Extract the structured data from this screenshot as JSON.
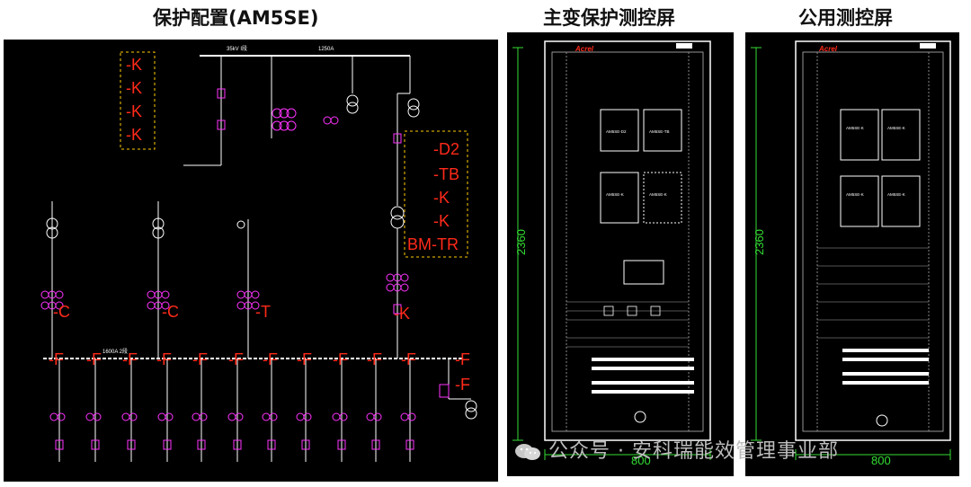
{
  "titles": {
    "protection": "保护配置(AM5SE)",
    "main_transformer": "主变保护测控屏",
    "public": "公用测控屏"
  },
  "colors": {
    "label_red": "#ff2a1a",
    "bus_white": "#ffffff",
    "device_magenta": "#ff33ff",
    "cabinet_green": "#33dd33",
    "dim_yellow": "#ffcc00"
  },
  "legend": {
    "k_labels": [
      "-K",
      "-K",
      "-K",
      "-K"
    ],
    "transformer_labels": [
      "-D2",
      "-TB",
      "-K",
      "-K",
      "BM-TR"
    ]
  },
  "schematic": {
    "hv_bus_label": "35kV I段",
    "hv_rating": "1250A",
    "lv_bus_label": "1600A 2段",
    "feeder_c_labels": [
      "-C",
      "-C",
      "-T"
    ],
    "incomer_k_label": "-K",
    "f_labels": [
      "-F",
      "-F",
      "-F",
      "-F",
      "-F",
      "-F",
      "-F",
      "-F",
      "-F",
      "-F",
      "-F",
      "-F"
    ],
    "f_small_label": "-F"
  },
  "cabinets": {
    "height_dim": "2360",
    "width_dim": "800",
    "brand": "Acrel",
    "main_devices": [
      "AM5SE-D2",
      "AM5SE-TB",
      "AM5SE-K",
      "AM5SE-K"
    ],
    "public_devices": [
      "AM5SE-K",
      "AM5SE-K",
      "AM5SE-K",
      "AM5SE-K"
    ]
  },
  "watermark": "公众号 · 安科瑞能效管理事业部"
}
